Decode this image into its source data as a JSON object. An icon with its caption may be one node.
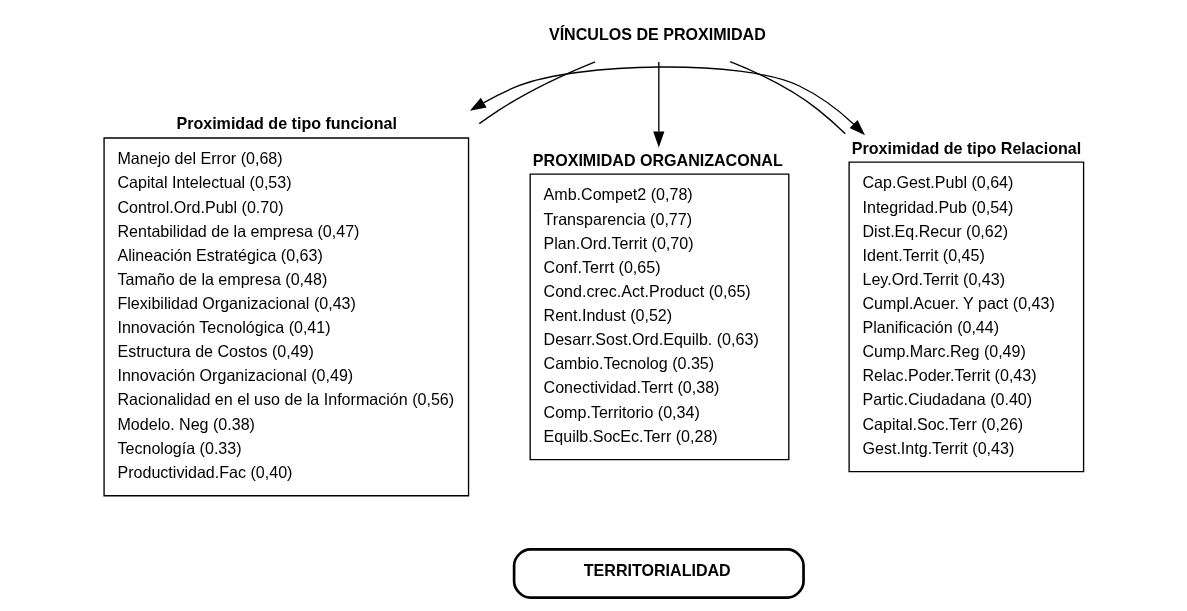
{
  "diagram": {
    "nodes": [
      {
        "text": [
          "VÍNCULOS DE PROXIMIDAD"
        ]
      },
      {
        "text": [
          "Proximidad de tipo funcional",
          "Manejo del Error (0,68)",
          "Capital Intelectual (0,53)",
          "Control.Ord.Publ (0.70)",
          "Rentabilidad de la empresa (0,47)",
          "Alineación Estratégica (0,63)",
          "Tamaño de la empresa (0,48)",
          "Flexibilidad Organizacional (0,43)",
          "Innovación Tecnológica (0,41)",
          "Estructura de Costos (0,49)",
          "Innovación Organizacional (0,49)",
          "Racionalidad en el uso de la Información (0,56)",
          "Modelo. Neg (0.38)",
          "Tecnología (0.33)",
          "Productividad.Fac (0,40)"
        ]
      },
      {
        "text": [
          "PROXIMIDAD ORGANIZACONAL",
          "Amb.Compet2 (0,78)",
          "Transparencia (0,77)",
          "Plan.Ord.Territ (0,70)",
          "Conf.Terrt (0,65)",
          "Cond.crec.Act.Product (0,65)",
          "Rent.Indust (0,52)",
          "Desarr.Sost.Ord.Equilb. (0,63)",
          "Cambio.Tecnolog (0.35)",
          "Conectividad.Terrt (0,38)",
          "Comp.Territorio (0,34)",
          "Equilb.SocEc.Terr (0,28)"
        ]
      },
      {
        "text": [
          "Proximidad de tipo Relacional",
          "Cap.Gest.Publ (0,64)",
          "Integridad.Pub (0,54)",
          "Dist.Eq.Recur (0,62)",
          "Ident.Territ (0,45)",
          "Ley.Ord.Territ (0,43)",
          "Cumpl.Acuer. Y pact (0,43)",
          "Planificación (0,44)",
          "Cump.Marc.Reg (0,49)",
          "Relac.Poder.Territ (0,43)",
          "Partic.Ciudadana (0.40)",
          "Capital.Soc.Terr (0,26)",
          "Gest.Intg.Territ (0,43)"
        ]
      },
      {
        "text": [
          "TERRITORIALIDAD"
        ]
      }
    ],
    "edges": [
      {
        "from": 0,
        "to": 1,
        "arrow": "none"
      },
      {
        "from": 0,
        "to": 2,
        "arrow": "to"
      },
      {
        "from": 0,
        "to": 3,
        "arrow": "none"
      },
      {
        "from": 1,
        "to": 3,
        "arrow": "both"
      }
    ]
  }
}
